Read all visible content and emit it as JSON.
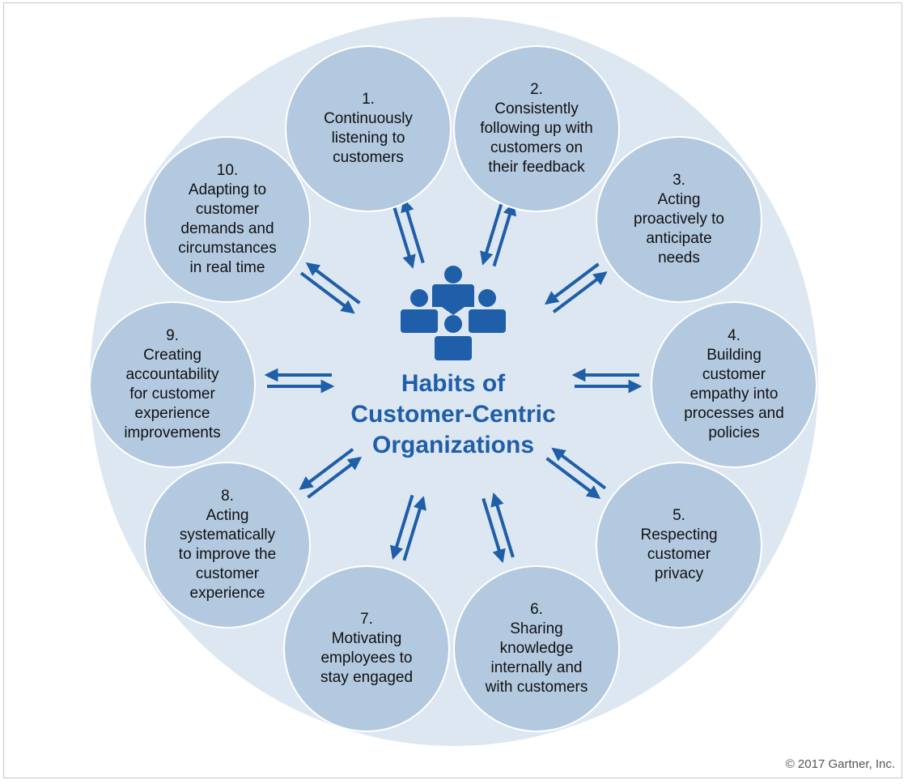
{
  "title": "Habits of\nCustomer-Centric\nOrganizations",
  "copyright": "© 2017 Gartner, Inc.",
  "icon": "people-group-icon",
  "accent_color": "#1f5ea8",
  "node_color": "#b3c9e0",
  "background_color": "#dde7f1",
  "habits": [
    {
      "num": "1.",
      "text": "Continuously\nlistening to\ncustomers"
    },
    {
      "num": "2.",
      "text": "Consistently\nfollowing up with\ncustomers on\ntheir feedback"
    },
    {
      "num": "3.",
      "text": "Acting\nproactively to\nanticipate\nneeds"
    },
    {
      "num": "4.",
      "text": "Building\ncustomer\nempathy into\nprocesses and\npolicies"
    },
    {
      "num": "5.",
      "text": "Respecting\ncustomer\nprivacy"
    },
    {
      "num": "6.",
      "text": "Sharing\nknowledge\ninternally and\nwith customers"
    },
    {
      "num": "7.",
      "text": "Motivating\nemployees to\nstay engaged"
    },
    {
      "num": "8.",
      "text": "Acting\nsystematically\nto improve the\ncustomer\nexperience"
    },
    {
      "num": "9.",
      "text": "Creating\naccountability\nfor customer\nexperience\nimprovements"
    },
    {
      "num": "10.",
      "text": "Adapting to\ncustomer\ndemands and\ncircumstances\nin real time"
    }
  ]
}
